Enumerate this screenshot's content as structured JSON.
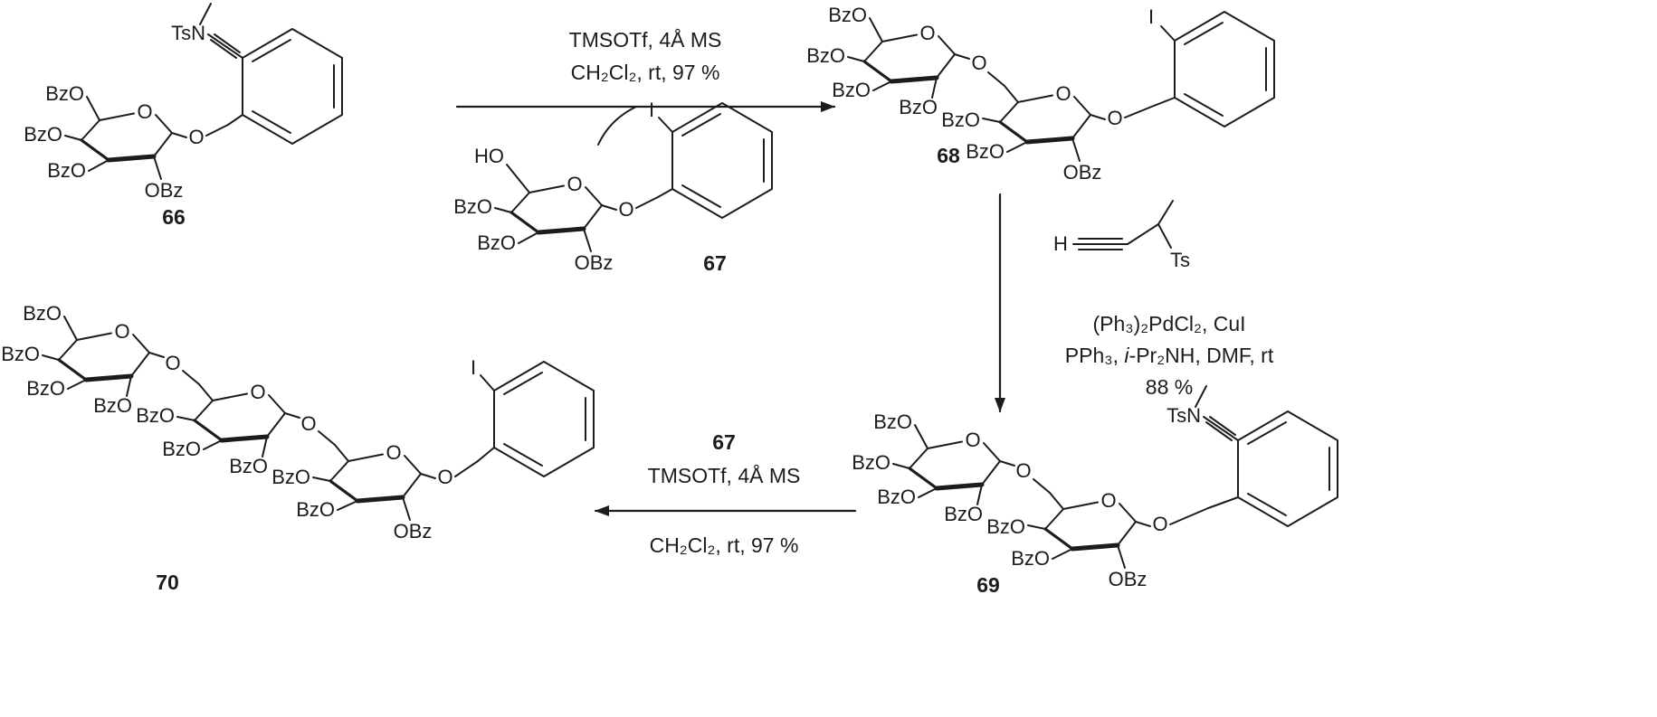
{
  "scheme": {
    "atoms": {
      "ring_o": "O",
      "o": "O",
      "bzo": "BzO",
      "obz": "OBz",
      "ho": "HO",
      "tsn": "TsN",
      "iodo": "I",
      "alkyne_h": "H",
      "ts": "Ts"
    },
    "compounds": {
      "c66": {
        "number": "66"
      },
      "c67": {
        "number": "67"
      },
      "c68": {
        "number": "68"
      },
      "c69": {
        "number": "69"
      },
      "c70": {
        "number": "70"
      }
    },
    "reaction1": {
      "line1": "TMSOTf, 4Å MS",
      "line2": "CH₂Cl₂, rt, 97 %"
    },
    "reaction2": {
      "line1": "(Ph₃)₂PdCl₂, CuI",
      "line2_pre": "PPh₃, ",
      "line2_i": "i",
      "line2_post": "-Pr₂NH, DMF, rt",
      "line3": "88 %"
    },
    "reaction3": {
      "reagent": "67",
      "line1": "TMSOTf, 4Å MS",
      "line2": "CH₂Cl₂, rt, 97 %"
    }
  }
}
